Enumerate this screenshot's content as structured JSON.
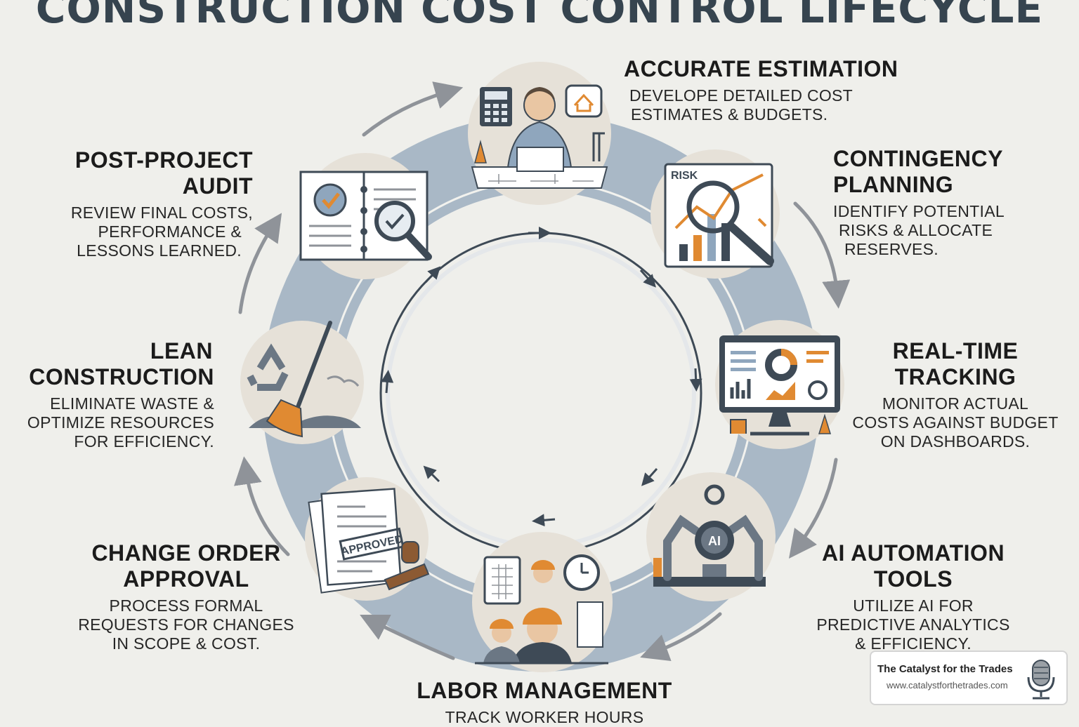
{
  "title": "CONSTRUCTION COST CONTROL LIFECYCLE",
  "colors": {
    "ring": "#a9b8c6",
    "arrow": "#8f9399",
    "inner_arrow": "#3e4a56",
    "accent": "#e08a32",
    "bubble": "#e6e1d8"
  },
  "stages": [
    {
      "head_lines": [
        "ACCURATE ESTIMATION"
      ],
      "desc_lines": [
        "DEVELOPE DETAILED COST",
        "ESTIMATES & BUDGETS."
      ],
      "icon": "engineer-blueprint-icon"
    },
    {
      "head_lines": [
        "CONTINGENCY",
        "PLANNING"
      ],
      "desc_lines": [
        "IDENTIFY POTENTIAL",
        "RISKS & ALLOCATE",
        "RESERVES."
      ],
      "icon": "risk-chart-magnifier-icon",
      "icon_label": "RISK"
    },
    {
      "head_lines": [
        "REAL-TIME",
        "TRACKING"
      ],
      "desc_lines": [
        "MONITOR ACTUAL",
        "COSTS AGAINST BUDGET",
        "ON DASHBOARDS."
      ],
      "icon": "dashboard-monitor-icon"
    },
    {
      "head_lines": [
        "AI AUTOMATION",
        "TOOLS"
      ],
      "desc_lines": [
        "UTILIZE AI FOR",
        "PREDICTIVE ANALYTICS",
        "& EFFICIENCY."
      ],
      "icon": "robot-arms-gear-icon",
      "icon_label": "AI"
    },
    {
      "head_lines": [
        "LABOR MANAGEMENT"
      ],
      "desc_lines": [
        "TRACK WORKER HOURS"
      ],
      "icon": "workers-clock-icon"
    },
    {
      "head_lines": [
        "CHANGE ORDER",
        "APPROVAL"
      ],
      "desc_lines": [
        "PROCESS FORMAL",
        "REQUESTS FOR CHANGES",
        "IN SCOPE & COST."
      ],
      "icon": "approved-stamp-icon",
      "icon_label": "APPROVED"
    },
    {
      "head_lines": [
        "LEAN",
        "CONSTRUCTION"
      ],
      "desc_lines": [
        "ELIMINATE WASTE &",
        "OPTIMIZE RESOURCES",
        "FOR EFFICIENCY."
      ],
      "icon": "recycle-broom-icon"
    },
    {
      "head_lines": [
        "POST-PROJECT",
        "AUDIT"
      ],
      "desc_lines": [
        "REVIEW FINAL COSTS,",
        "PERFORMANCE &",
        "LESSONS LEARNED."
      ],
      "icon": "audit-binder-icon"
    }
  ],
  "brand": {
    "name": "The Catalyst for the Trades",
    "url": "www.catalystforthetrades.com",
    "icon": "microphone-icon"
  }
}
